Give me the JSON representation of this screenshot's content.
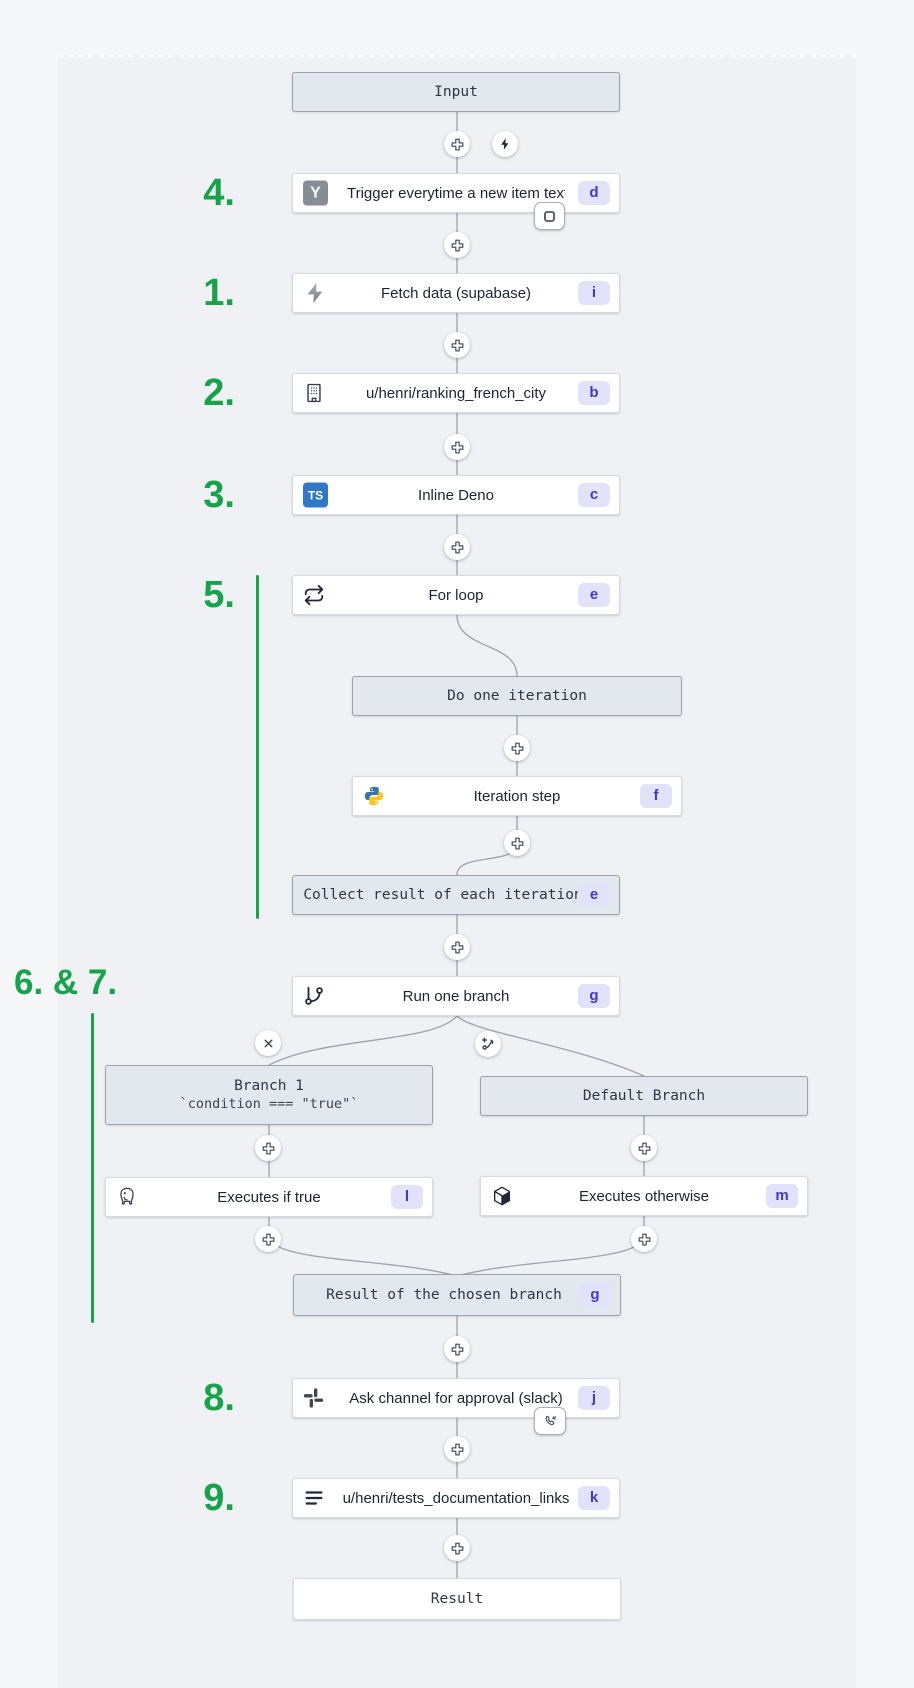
{
  "colors": {
    "accent_green": "#16a34a",
    "badge_bg": "#e2e3fa",
    "badge_text": "#4338ca",
    "header_box_bg": "#e3e8ef",
    "header_box_border": "#9aa2af",
    "box_border": "#d6dae1",
    "wire": "#9aa2ad",
    "canvas_bg": "#eff1f4",
    "page_bg": "#f5f7f9"
  },
  "icons": {
    "add_step": "plus-circle",
    "new_trigger": "lightning-bolt",
    "remove_branch": "x-circle",
    "add_branch": "branch-plus-circle",
    "early_stop": "square-outline",
    "suspend_approval": "phone-incoming",
    "trigger_app": "hackernews-y",
    "fetch_app": "supabase-bolt",
    "ranking_app": "building",
    "inline_deno_app": "typescript-ts",
    "for_loop": "repeat-arrows",
    "iteration_app": "python-logo",
    "run_one_branch": "git-branch",
    "executes_if_true_app": "postgresql-elephant",
    "executes_otherwise_app": "cube",
    "ask_channel_app": "slack-pinwheel",
    "tests_app": "three-lines"
  },
  "annotations": {
    "trigger": "4.",
    "fetch": "1.",
    "ranking": "2.",
    "inline_deno": "3.",
    "for_loop": "5.",
    "branches": "6. & 7.",
    "ask_channel": "8.",
    "tests_links": "9."
  },
  "nodes": {
    "input": {
      "label": "Input"
    },
    "trigger": {
      "label": "Trigger everytime a new item text o…",
      "badge": "d"
    },
    "fetch": {
      "label": "Fetch data (supabase)",
      "badge": "i"
    },
    "ranking": {
      "label": "u/henri/ranking_french_city",
      "badge": "b"
    },
    "inline_deno": {
      "label": "Inline Deno",
      "badge": "c"
    },
    "for_loop": {
      "label": "For loop",
      "badge": "e"
    },
    "do_one_iteration": {
      "label": "Do one iteration"
    },
    "iteration_step": {
      "label": "Iteration step",
      "badge": "f"
    },
    "collect": {
      "label": "Collect result of each iteration",
      "badge": "e"
    },
    "run_one_branch": {
      "label": "Run one branch",
      "badge": "g"
    },
    "branch1": {
      "title": "Branch 1",
      "subtitle": "`condition === \"true\"`"
    },
    "default_branch": {
      "label": "Default Branch"
    },
    "executes_if_true": {
      "label": "Executes if true",
      "badge": "l"
    },
    "executes_otherwise": {
      "label": "Executes otherwise",
      "badge": "m"
    },
    "result_chosen": {
      "label": "Result of the chosen branch",
      "badge": "g"
    },
    "ask_channel": {
      "label": "Ask channel for approval (slack)",
      "badge": "j"
    },
    "tests_links": {
      "label": "u/henri/tests_documentation_links",
      "badge": "k"
    },
    "result": {
      "label": "Result"
    }
  }
}
